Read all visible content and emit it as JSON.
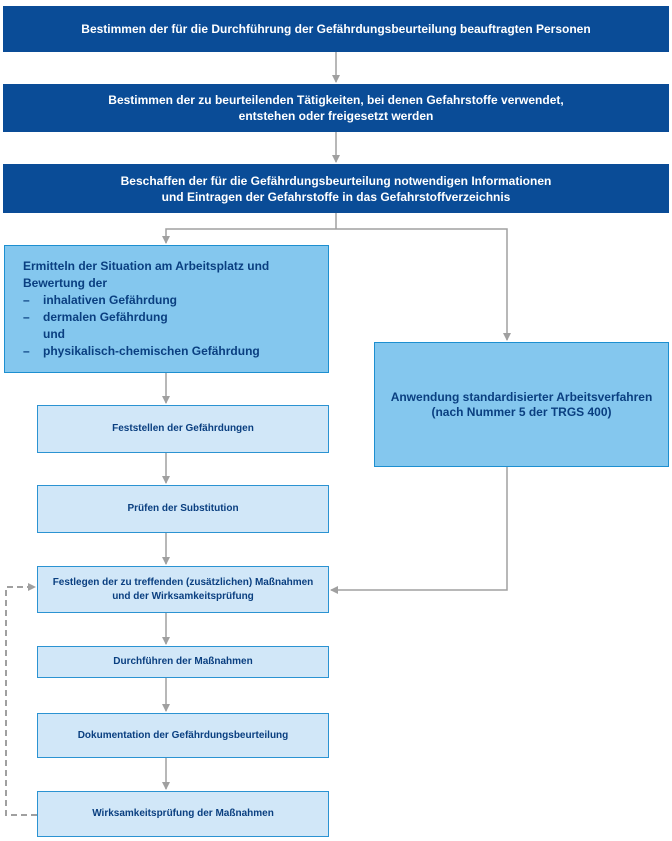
{
  "colors": {
    "dark_blue": "#0a4c97",
    "mid_blue": "#84c7ee",
    "light_blue": "#d1e7f8",
    "border_blue": "#1d8fd0",
    "text_blue": "#0a3f80",
    "arrow_gray": "#a0a0a0"
  },
  "steps": {
    "persons": {
      "lines": [
        "Bestimmen der für die Durchführung der Gefährdungsbeurteilung beauftragten Personen"
      ]
    },
    "activities": {
      "lines": [
        "Bestimmen der zu beurteilenden Tätigkeiten, bei denen Gefahrstoffe verwendet,",
        "entstehen oder freigesetzt werden"
      ]
    },
    "information": {
      "lines": [
        "Beschaffen der für die Gefährdungsbeurteilung notwendigen Informationen",
        "und Eintragen der Gefahrstoffe in das Gefahrstoffverzeichnis"
      ]
    },
    "situation": {
      "heading": [
        "Ermitteln der Situation am Arbeitsplatz und",
        "Bewertung der"
      ],
      "items": [
        "inhalativen Gefährdung",
        "dermalen Gefährdung",
        "physikalisch-chemischen Gefährdung"
      ],
      "dash": "–",
      "connector": "und"
    },
    "standard": {
      "lines": [
        "Anwendung standardisierter Arbeitsverfahren",
        "(nach Nummer 5 der TRGS 400)"
      ]
    },
    "hazards": {
      "lines": [
        "Feststellen der Gefährdungen"
      ]
    },
    "substitution": {
      "lines": [
        "Prüfen der Substitution"
      ]
    },
    "measures": {
      "lines": [
        "Festlegen der zu treffenden (zusätzlichen) Maßnahmen",
        "und der Wirksamkeitsprüfung"
      ]
    },
    "implement": {
      "lines": [
        "Durchführen der Maßnahmen"
      ]
    },
    "documentation": {
      "lines": [
        "Dokumentation der Gefährdungsbeurteilung"
      ]
    },
    "effectiveness": {
      "lines": [
        "Wirksamkeitsprüfung der Maßnahmen"
      ]
    }
  }
}
